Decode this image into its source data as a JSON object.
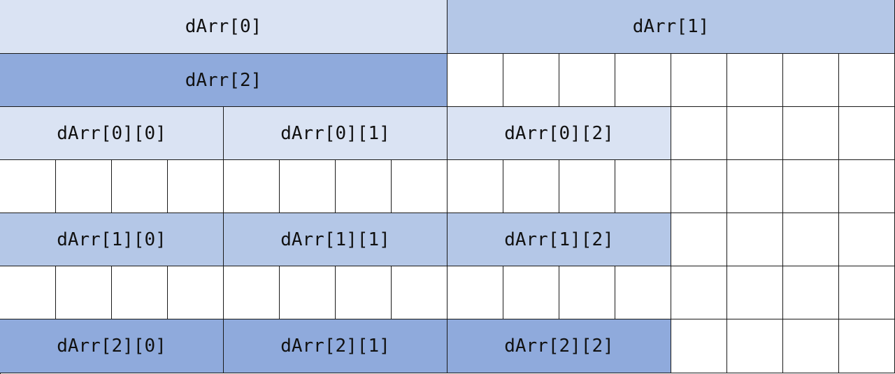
{
  "colors": {
    "shade_index_0": "#dae3f3",
    "shade_index_1": "#b4c7e7",
    "shade_index_2": "#8faadc",
    "grid_line": "#1a1a1a",
    "empty_cell": "#ffffff"
  },
  "layout_grid": {
    "columns": 16,
    "rows": 7
  },
  "blocks": [
    {
      "label": "dArr[0]",
      "row": 0,
      "col_start": 0,
      "col_span": 8,
      "shade": "shade_index_0"
    },
    {
      "label": "dArr[1]",
      "row": 0,
      "col_start": 8,
      "col_span": 8,
      "shade": "shade_index_1"
    },
    {
      "label": "dArr[2]",
      "row": 1,
      "col_start": 0,
      "col_span": 8,
      "shade": "shade_index_2"
    },
    {
      "label": "dArr[0][0]",
      "row": 2,
      "col_start": 0,
      "col_span": 4,
      "shade": "shade_index_0"
    },
    {
      "label": "dArr[0][1]",
      "row": 2,
      "col_start": 4,
      "col_span": 4,
      "shade": "shade_index_0"
    },
    {
      "label": "dArr[0][2]",
      "row": 2,
      "col_start": 8,
      "col_span": 4,
      "shade": "shade_index_0"
    },
    {
      "label": "dArr[1][0]",
      "row": 4,
      "col_start": 0,
      "col_span": 4,
      "shade": "shade_index_1"
    },
    {
      "label": "dArr[1][1]",
      "row": 4,
      "col_start": 4,
      "col_span": 4,
      "shade": "shade_index_1"
    },
    {
      "label": "dArr[1][2]",
      "row": 4,
      "col_start": 8,
      "col_span": 4,
      "shade": "shade_index_1"
    },
    {
      "label": "dArr[2][0]",
      "row": 6,
      "col_start": 0,
      "col_span": 4,
      "shade": "shade_index_2"
    },
    {
      "label": "dArr[2][1]",
      "row": 6,
      "col_start": 4,
      "col_span": 4,
      "shade": "shade_index_2"
    },
    {
      "label": "dArr[2][2]",
      "row": 6,
      "col_start": 8,
      "col_span": 4,
      "shade": "shade_index_2"
    }
  ]
}
